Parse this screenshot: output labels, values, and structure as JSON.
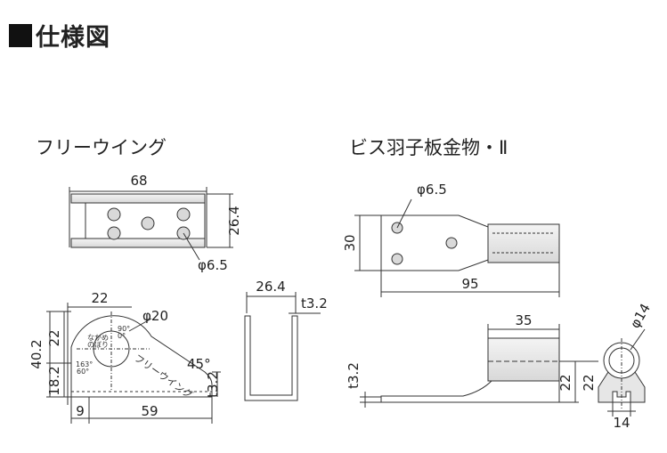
{
  "header": {
    "title": "仕様図"
  },
  "left": {
    "title": "フリーウイング",
    "top_view": {
      "width": "68",
      "height": "26.4",
      "hole": "φ6.5"
    },
    "side_view": {
      "top": "22",
      "hole": "φ20",
      "h_total": "40.2",
      "h_upper": "22",
      "h_lower": "18.2",
      "w_left": "9",
      "w_main": "59",
      "angle": "45°",
      "thick": "t3.2",
      "label": "フリーウイング",
      "marks": [
        "なかめ",
        "のぼり",
        "90°",
        "0°",
        "163°",
        "60°"
      ]
    },
    "channel": {
      "width": "26.4",
      "thick": "t3.2"
    }
  },
  "right": {
    "title": "ビス羽子板金物・Ⅱ",
    "top_view": {
      "hole": "φ6.5",
      "height": "30",
      "length": "95"
    },
    "side_view": {
      "pipe": "35",
      "thick": "t3.2",
      "height": "22"
    },
    "end_view": {
      "dia": "φ14",
      "width": "14",
      "height": "22"
    }
  }
}
